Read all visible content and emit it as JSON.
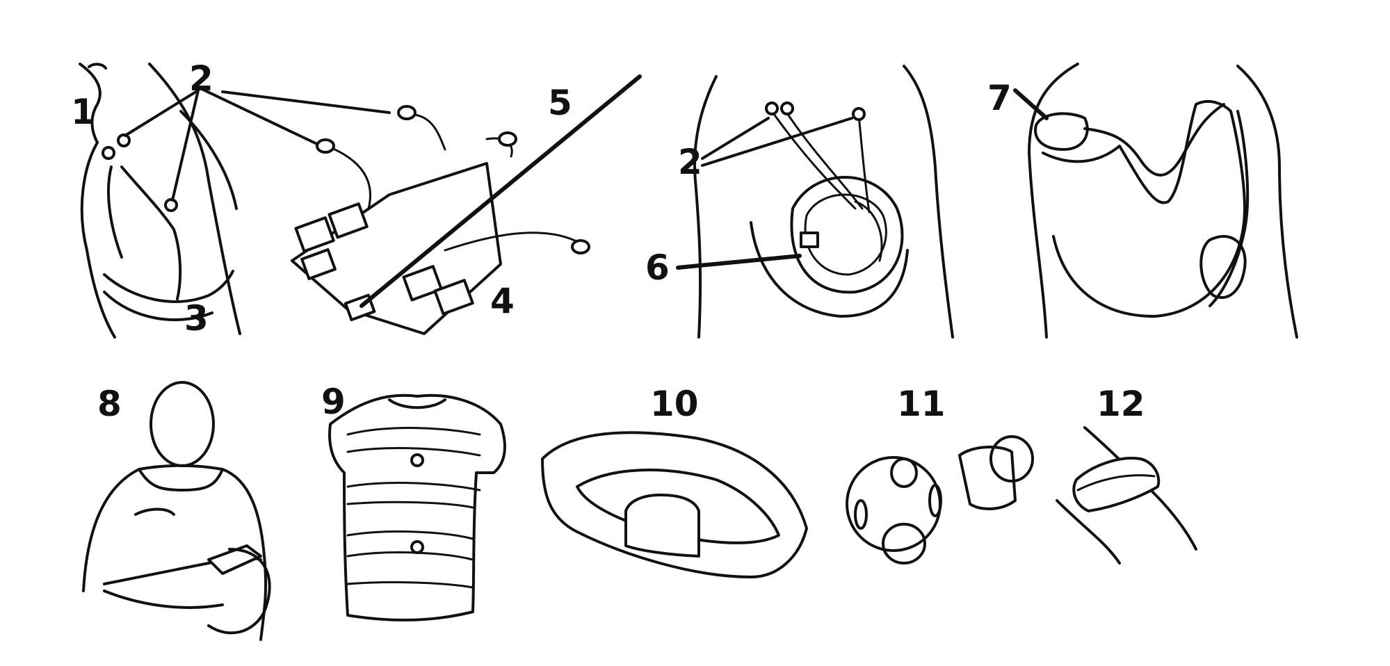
{
  "labels": {
    "l1": "1",
    "l2a": "2",
    "l3": "3",
    "l4": "4",
    "l5": "5",
    "l2b": "2",
    "l6": "6",
    "l7": "7",
    "l8": "8",
    "l9": "9",
    "l10": "10",
    "l11": "11",
    "l12": "12"
  },
  "colors": {
    "ink": "#111111",
    "background": "#ffffff"
  }
}
